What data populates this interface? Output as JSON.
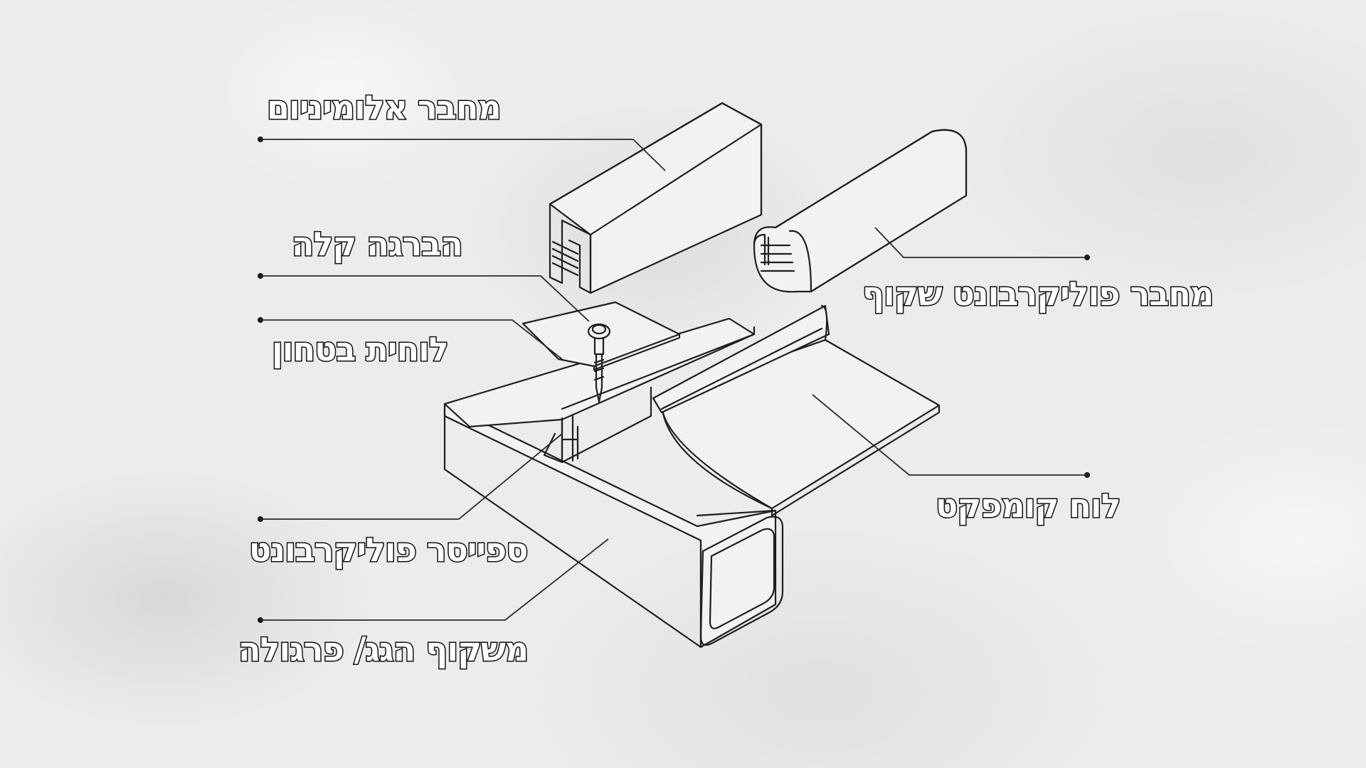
{
  "diagram": {
    "labels": {
      "aluminum_connector": "מחבר אלומיניום",
      "light_screw": "הברגה קלה",
      "safety_plate": "לוחית בטחון",
      "polycarbonate_spacer": "ספייסר פוליקרבונט",
      "roof_frame": "משקוף הגג/ פרגולה",
      "clear_polycarbonate_connector": "מחבר פוליקרבונט שקוף",
      "compact_sheet": "לוח קומפקט"
    },
    "colors": {
      "background": "#ececec",
      "line": "#1e1e1e",
      "label_fill": "#ffffff",
      "label_outline": "#111111"
    }
  }
}
